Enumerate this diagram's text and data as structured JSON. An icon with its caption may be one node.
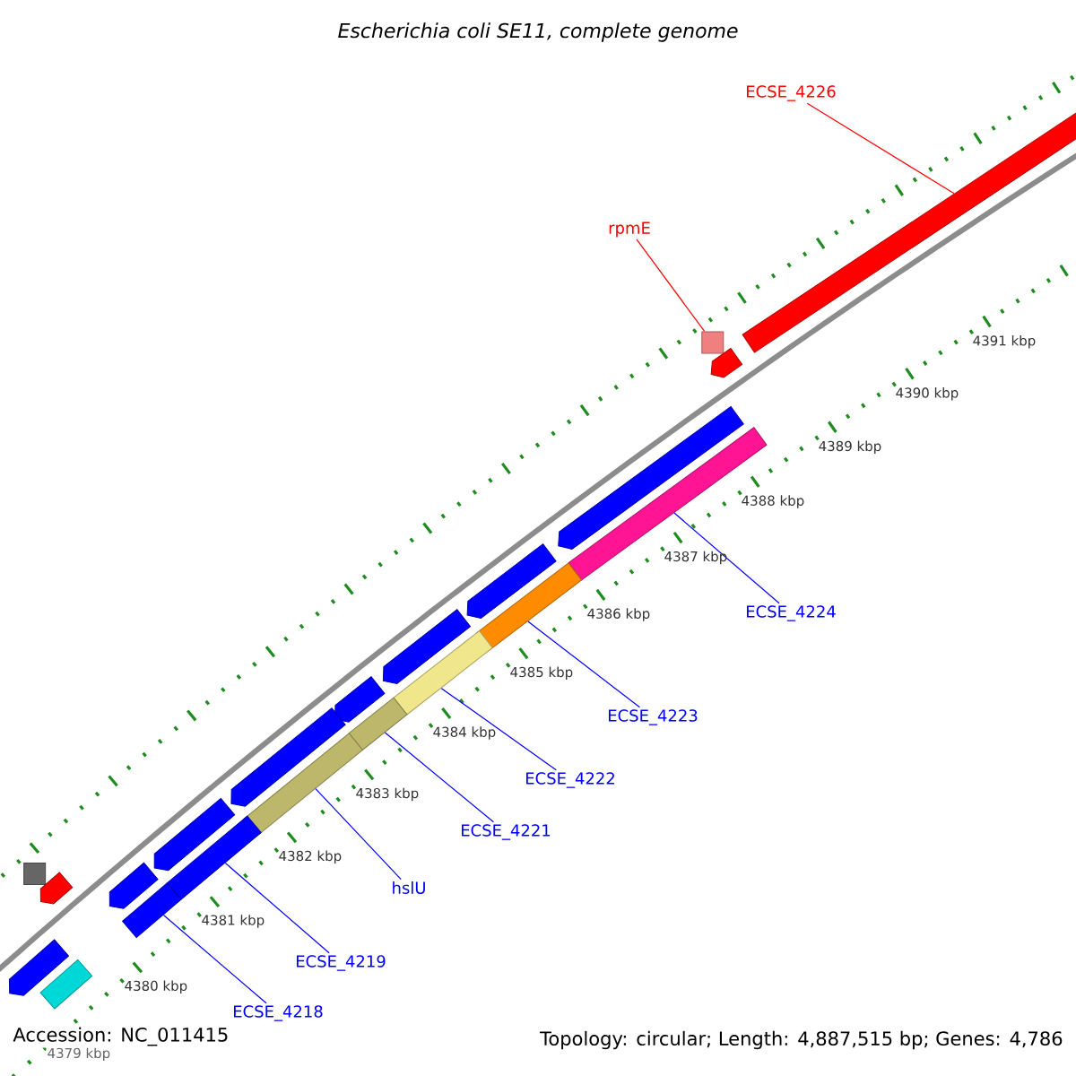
{
  "diagram": {
    "title": "Escherichia coli SE11, complete genome",
    "nodes": [
      {
        "text": [
          "ECSE_4226"
        ]
      },
      {
        "text": [
          "rpmE"
        ]
      },
      {
        "text": [
          "ECSE_4224"
        ]
      },
      {
        "text": [
          "ECSE_4223"
        ]
      },
      {
        "text": [
          "ECSE_4222"
        ]
      },
      {
        "text": [
          "ECSE_4221"
        ]
      },
      {
        "text": [
          "hslU"
        ]
      },
      {
        "text": [
          "ECSE_4219"
        ]
      },
      {
        "text": [
          "ECSE_4218"
        ]
      },
      {
        "text": [],
        "shape": "bar"
      },
      {
        "text": [],
        "shape": "box"
      },
      {
        "text": [],
        "shape": "pentagon"
      },
      {
        "text": [],
        "shape": "bar"
      },
      {
        "text": [],
        "shape": "bar"
      },
      {
        "text": [],
        "shape": "bar"
      },
      {
        "text": [],
        "shape": "bar"
      },
      {
        "text": [],
        "shape": "bar"
      },
      {
        "text": [],
        "shape": "bar"
      },
      {
        "text": [],
        "shape": "bar"
      },
      {
        "text": [],
        "shape": "pentagon"
      },
      {
        "text": [],
        "shape": "pentagon"
      },
      {
        "text": [],
        "shape": "pentagon"
      },
      {
        "text": [],
        "shape": "pentagon"
      },
      {
        "text": [],
        "shape": "pentagon"
      },
      {
        "text": [],
        "shape": "pentagon"
      },
      {
        "text": [],
        "shape": "pentagon"
      },
      {
        "text": [],
        "shape": "pentagon"
      },
      {
        "text": [],
        "shape": "box"
      },
      {
        "text": [],
        "shape": "pentagon"
      },
      {
        "text": [],
        "shape": "bar"
      }
    ],
    "edges": [
      {
        "from": 0,
        "to": 9,
        "arrow": "none",
        "color": "#ff0000"
      },
      {
        "from": 1,
        "to": 10,
        "arrow": "none",
        "color": "#ff0000"
      },
      {
        "from": 2,
        "to": 12,
        "arrow": "none"
      },
      {
        "from": 3,
        "to": 13,
        "arrow": "none"
      },
      {
        "from": 4,
        "to": 14,
        "arrow": "none"
      },
      {
        "from": 5,
        "to": 15,
        "arrow": "none"
      },
      {
        "from": 6,
        "to": 16,
        "arrow": "none"
      },
      {
        "from": 7,
        "to": 17,
        "arrow": "none"
      },
      {
        "from": 8,
        "to": 18,
        "arrow": "none"
      }
    ],
    "labels": [
      "4391 kbp",
      "4390 kbp",
      "4389 kbp",
      "4388 kbp",
      "4387 kbp",
      "4386 kbp",
      "4385 kbp",
      "4384 kbp",
      "4383 kbp",
      "4382 kbp",
      "4381 kbp",
      "4380 kbp",
      "4379 kbp",
      "Accession: NC_011415",
      "Topology: circular; Length: 4,887,515 bp; Genes: 4,786"
    ]
  }
}
